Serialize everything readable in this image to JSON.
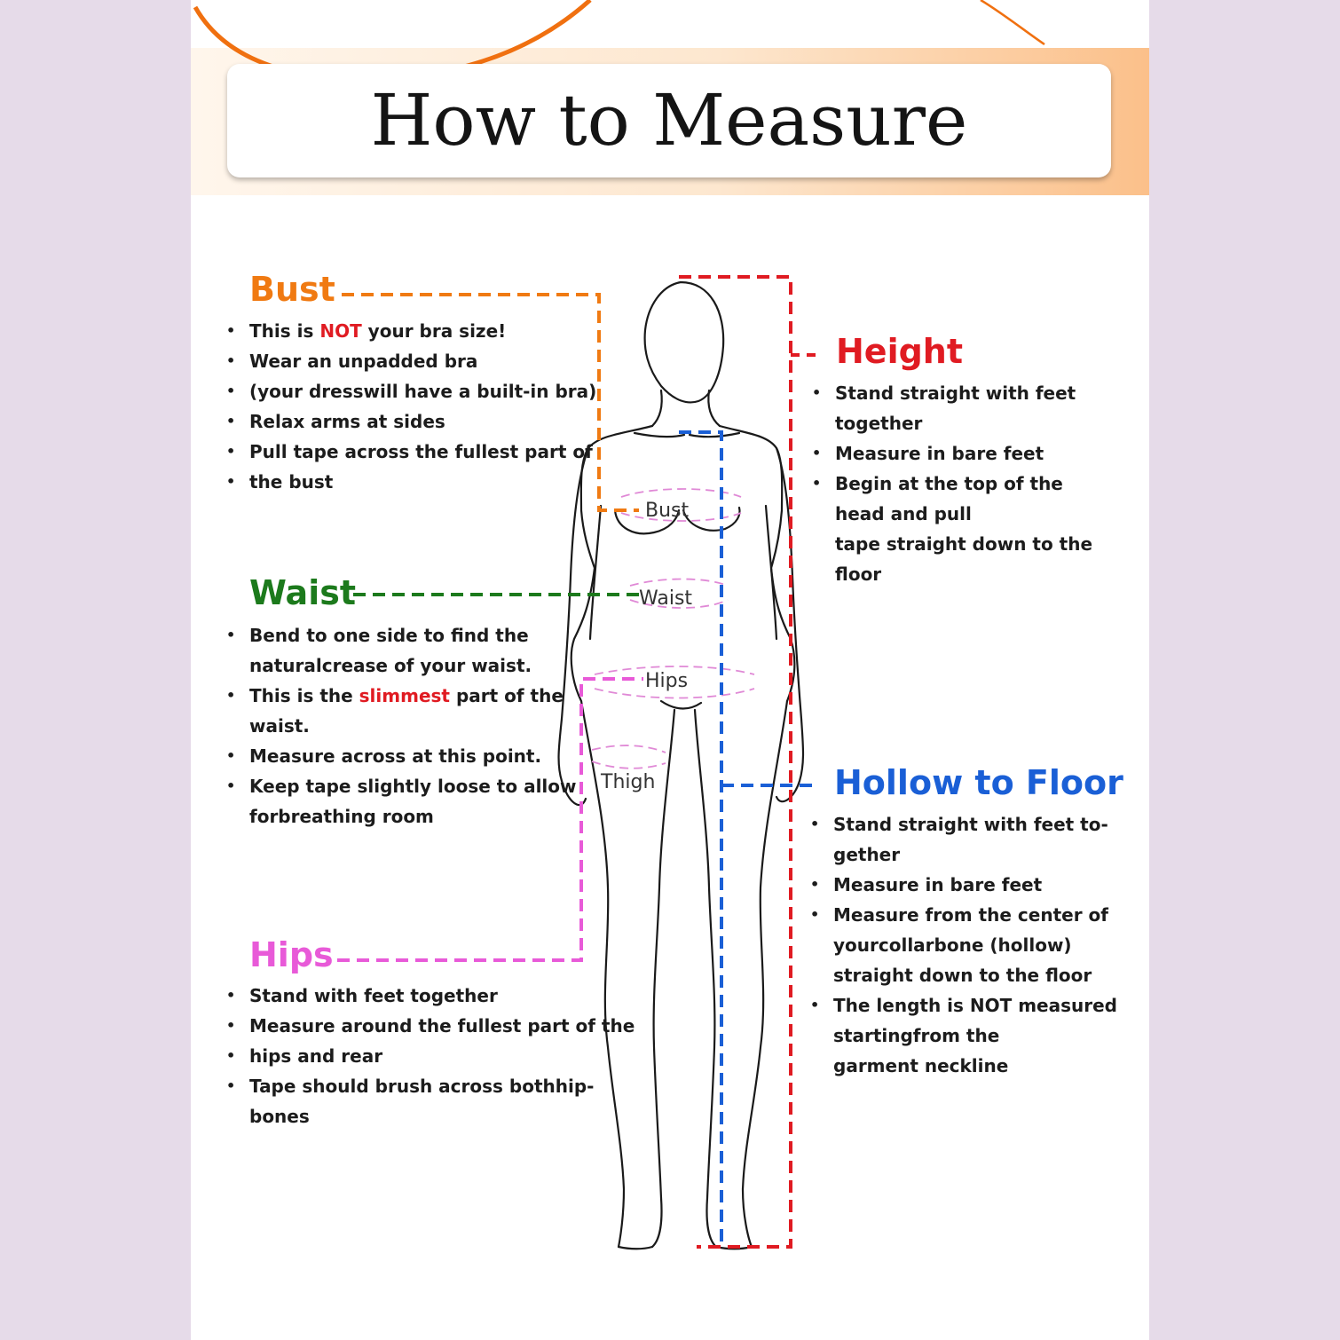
{
  "title": "How to Measure",
  "colors": {
    "bust": "#f07a12",
    "waist": "#1c7a1c",
    "hips": "#e85ad8",
    "height": "#e01b22",
    "hollow": "#1a5fd6",
    "banner_accent": "#f07010",
    "highlight": "#e01b22"
  },
  "figure_labels": {
    "bust": "Bust",
    "waist": "Waist",
    "hips": "Hips",
    "thigh": "Thigh"
  },
  "bust": {
    "heading": "Bust",
    "items": [
      {
        "pre": "This is ",
        "hl": "NOT",
        "post": " your bra size!"
      },
      {
        "text": "Wear an unpadded bra"
      },
      {
        "text": "(your dresswill have a built-in bra)"
      },
      {
        "text": "Relax arms at sides"
      },
      {
        "text": "Pull tape across the fullest part of"
      },
      {
        "text": "the bust"
      }
    ]
  },
  "waist": {
    "heading": "Waist",
    "items": [
      {
        "text": "Bend to one side to find the",
        "cont": "naturalcrease of your waist."
      },
      {
        "pre": "This is the ",
        "hl": "slimmest",
        "post": " part of the",
        "cont": "waist."
      },
      {
        "text": "Measure across at this point."
      },
      {
        "text": "Keep tape slightly loose to allow",
        "cont": "forbreathing room"
      }
    ]
  },
  "hips": {
    "heading": "Hips",
    "items": [
      {
        "text": "Stand with feet together"
      },
      {
        "text": "Measure around the fullest part of the"
      },
      {
        "text": "hips and rear"
      },
      {
        "text": "Tape should brush across bothhip-",
        "cont": "bones"
      }
    ]
  },
  "height": {
    "heading": "Height",
    "items": [
      {
        "text": "Stand straight with feet",
        "cont": "together"
      },
      {
        "text": "Measure in bare feet"
      },
      {
        "text": "Begin at the top of the",
        "cont": "head and pull",
        "cont2": "tape straight down to the",
        "cont3": "floor"
      }
    ]
  },
  "hollow": {
    "heading": "Hollow to Floor",
    "items": [
      {
        "text": "Stand straight with feet to-",
        "cont": "gether"
      },
      {
        "text": "Measure in bare feet"
      },
      {
        "text": "Measure from the center of",
        "cont": "yourcollarbone (hollow)",
        "cont2": "straight down to the floor"
      },
      {
        "text": "The length is NOT measured",
        "cont": "startingfrom the",
        "cont2": "garment neckline"
      }
    ]
  }
}
